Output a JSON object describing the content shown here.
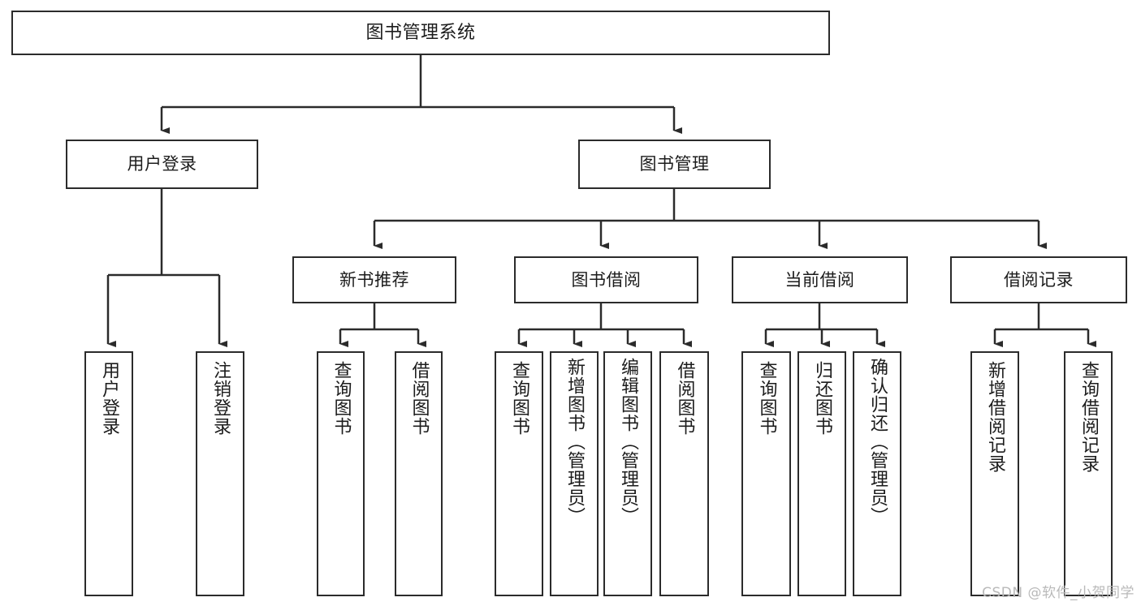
{
  "diagram": {
    "type": "tree",
    "title": "图书管理系统",
    "root": {
      "id": "root",
      "label": "图书管理系统"
    },
    "level1": [
      {
        "id": "user-login",
        "label": "用户登录"
      },
      {
        "id": "book-manage",
        "label": "图书管理"
      }
    ],
    "level2": [
      {
        "id": "new-book-rec",
        "label": "新书推荐",
        "parent": "book-manage"
      },
      {
        "id": "book-borrow",
        "label": "图书借阅",
        "parent": "book-manage"
      },
      {
        "id": "current-borrow",
        "label": "当前借阅",
        "parent": "book-manage"
      },
      {
        "id": "borrow-record",
        "label": "借阅记录",
        "parent": "book-manage"
      }
    ],
    "leaves": [
      {
        "id": "leaf-user-login",
        "label": "用户登录",
        "parent": "user-login"
      },
      {
        "id": "leaf-logout",
        "label": "注销登录",
        "parent": "user-login"
      },
      {
        "id": "leaf-query-book-1",
        "label": "查询图书",
        "parent": "new-book-rec"
      },
      {
        "id": "leaf-borrow-book-1",
        "label": "借阅图书",
        "parent": "new-book-rec"
      },
      {
        "id": "leaf-query-book-2",
        "label": "查询图书",
        "parent": "book-borrow"
      },
      {
        "id": "leaf-add-book",
        "label": "新增图书（管理员）",
        "parent": "book-borrow"
      },
      {
        "id": "leaf-edit-book",
        "label": "编辑图书（管理员）",
        "parent": "book-borrow"
      },
      {
        "id": "leaf-borrow-book-2",
        "label": "借阅图书",
        "parent": "book-borrow"
      },
      {
        "id": "leaf-query-book-3",
        "label": "查询图书",
        "parent": "current-borrow"
      },
      {
        "id": "leaf-return-book",
        "label": "归还图书",
        "parent": "current-borrow"
      },
      {
        "id": "leaf-confirm-return",
        "label": "确认归还（管理员）",
        "parent": "current-borrow"
      },
      {
        "id": "leaf-add-record",
        "label": "新增借阅记录",
        "parent": "borrow-record"
      },
      {
        "id": "leaf-query-record",
        "label": "查询借阅记录",
        "parent": "borrow-record"
      }
    ],
    "colors": {
      "stroke": "#2b2b2b",
      "fill": "#ffffff",
      "text": "#1c1c1c",
      "watermark": "#b9b9b9"
    }
  },
  "watermark": {
    "text": "CSDN @软件_小贺同学"
  }
}
